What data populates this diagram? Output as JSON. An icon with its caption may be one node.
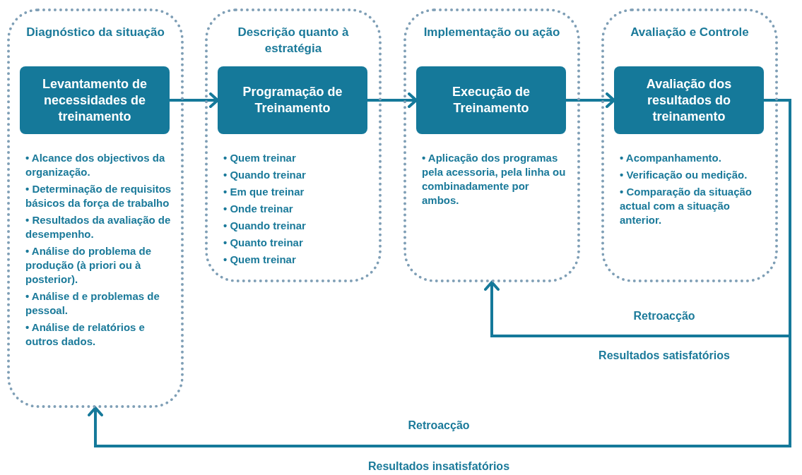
{
  "diagram": {
    "nodes": [
      {
        "text": [
          "Diagnóstico da situação",
          "• Alcance dos objectivos da organização.",
          "• Determinação de requisitos básicos da força de trabalho",
          "• Resultados da avaliação de desempenho.",
          "• Análise do problema de produção (à priori ou à posterior).",
          "• Análise d e problemas de pessoal.",
          "• Análise de relatórios e outros dados."
        ]
      },
      {
        "text": [
          "Levantamento de necessidades de treinamento"
        ],
        "in": 0
      },
      {
        "text": [
          "Descrição quanto à estratégia",
          "• Quem treinar",
          "• Quando treinar",
          "• Em que treinar",
          "• Onde treinar",
          "• Quando treinar",
          "• Quanto treinar",
          "• Quem treinar"
        ]
      },
      {
        "text": [
          "Programação de Treinamento"
        ],
        "in": 2
      },
      {
        "text": [
          "Implementação ou ação",
          "• Aplicação dos programas pela acessoria, pela linha ou combinadamente por ambos."
        ]
      },
      {
        "text": [
          "Execução de Treinamento"
        ],
        "in": 4
      },
      {
        "text": [
          "Avaliação e Controle",
          "• Acompanhamento.",
          "• Verificação ou medição.",
          "• Comparação da situação actual com a situação anterior."
        ]
      },
      {
        "text": [
          "Avaliação dos resultados do treinamento"
        ],
        "in": 6
      }
    ],
    "edges": [
      {
        "from": 1,
        "to": 3,
        "arrow": "to"
      },
      {
        "from": 3,
        "to": 5,
        "arrow": "to"
      },
      {
        "from": 5,
        "to": 7,
        "arrow": "to"
      },
      {
        "from": 7,
        "to": 4,
        "arrow": "to",
        "label": "Retroacção"
      },
      {
        "from": 7,
        "to": 0,
        "arrow": "to",
        "label": "Retroacção"
      }
    ],
    "labels": [
      "Resultados satisfatórios",
      "Resultados insatisfatórios"
    ]
  }
}
